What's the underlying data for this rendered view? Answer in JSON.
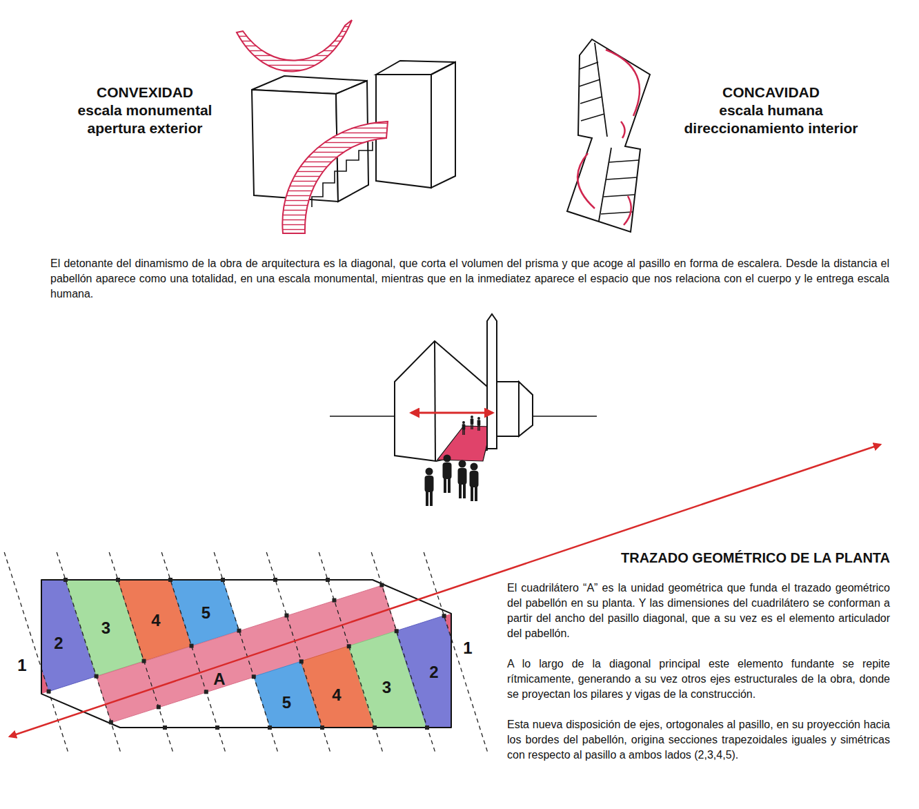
{
  "diagram": {
    "nodes": [
      {
        "text": [
          "2"
        ]
      },
      {
        "text": [
          "3"
        ]
      },
      {
        "text": [
          "4"
        ]
      },
      {
        "text": [
          "5"
        ]
      },
      {
        "text": [
          "A"
        ]
      },
      {
        "text": [
          "5"
        ]
      },
      {
        "text": [
          "4"
        ]
      },
      {
        "text": [
          "3"
        ]
      },
      {
        "text": [
          "2"
        ]
      }
    ],
    "labels": [
      "CONVEXIDAD",
      "escala monumental",
      "apertura exterior",
      "CONCAVIDAD",
      "escala humana",
      "direccionamiento interior",
      "El detonante del dinamismo de la obra de arquitectura es la diagonal, que corta el volumen del prisma y que acoge al pasillo en forma de escalera. Desde la distancia el pabellón aparece como una totalidad, en una escala monumental, mientras que en la inmediatez aparece el espacio que nos relaciona con el cuerpo y le entrega escala humana.",
      "1",
      "1",
      "TRAZADO GEOMÉTRICO DE LA PLANTA",
      "El cuadrilátero “A” es la unidad geométrica que funda el trazado geométrico del pabellón en su planta. Y las dimensiones del cuadrilátero se conforman a partir del ancho del pasillo diagonal, que a su vez es el elemento articulador del pabellón.",
      "A lo largo de la diagonal principal este elemento fundante se repite rítmicamente, generando a su vez otros ejes estructurales de la obra, donde se proyectan los pilares y vigas de la construcción.",
      "Esta nueva disposición de ejes, ortogonales al pasillo, en su proyección hacia los bordes del pabellón, origina secciones trapezoidales iguales y simétricas con respecto al pasillo a ambos lados (2,3,4,5)."
    ]
  }
}
